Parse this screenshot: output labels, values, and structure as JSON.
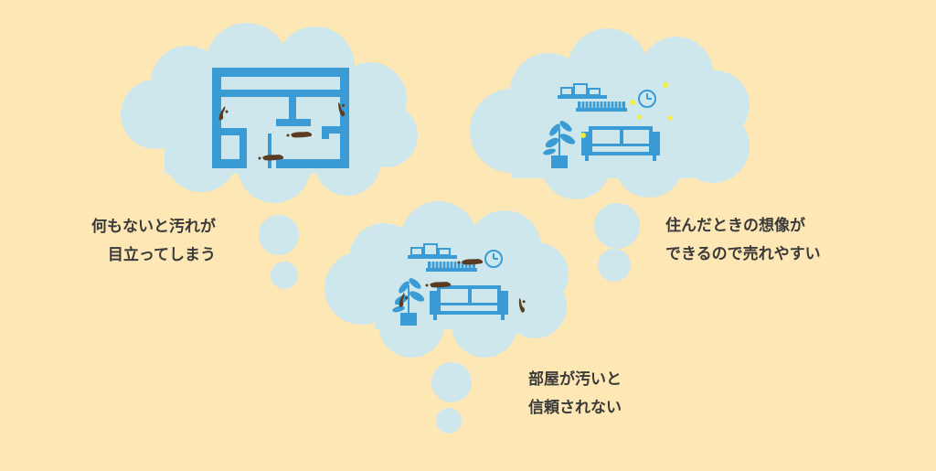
{
  "background_color": "#fde7b5",
  "cloud_color": "#cde7ec",
  "icon_color": "#3a9bd5",
  "stain_color": "#5b3b22",
  "sparkle_color": "#f3ec38",
  "captions": {
    "empty_room": [
      "何もないと汚れが",
      "目立ってしまう"
    ],
    "furnished_room": [
      "住んだときの想像が",
      "できるので売れやすい"
    ],
    "dirty_room": [
      "部屋が汚いと",
      "信頼されない"
    ]
  },
  "icons": [
    "floorplan-icon",
    "sofa-icon",
    "plant-icon",
    "shelf-icon",
    "clock-icon",
    "dirt-stain-icon",
    "sparkle-icon"
  ]
}
